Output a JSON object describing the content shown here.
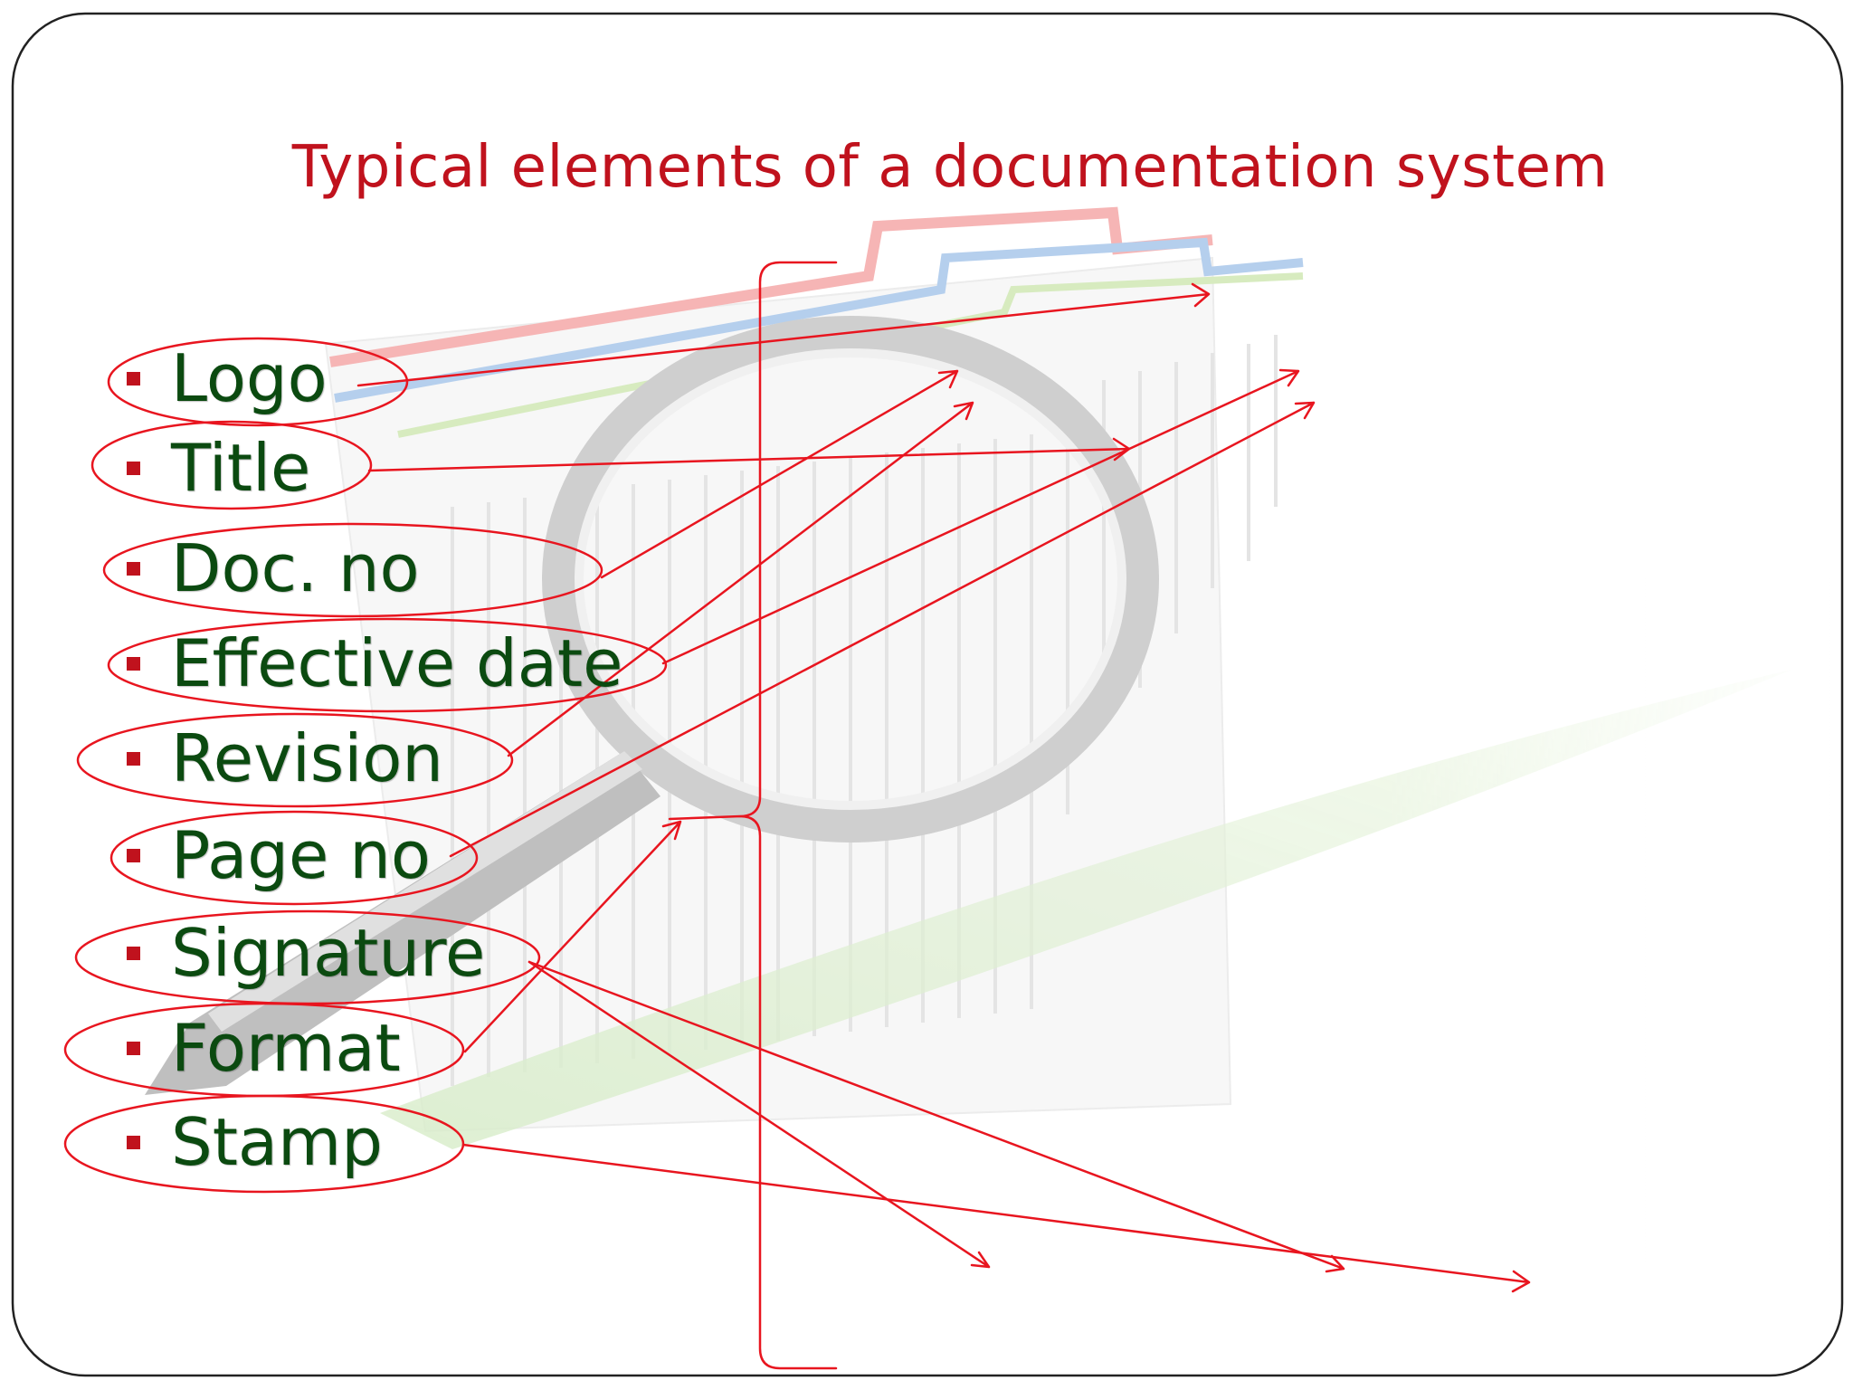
{
  "slide": {
    "title": "Typical elements of a documentation system"
  },
  "elements": [
    {
      "label": "Logo"
    },
    {
      "label": "Title"
    },
    {
      "label": "Doc. no"
    },
    {
      "label": "Effective date"
    },
    {
      "label": "Revision"
    },
    {
      "label": "Page no"
    },
    {
      "label": "Signature"
    },
    {
      "label": "Format"
    },
    {
      "label": "Stamp"
    }
  ],
  "colors": {
    "title": "#c0121d",
    "bullet_text": "#0b4a10",
    "bullet_marker": "#c0121d",
    "annotation": "#e8151f"
  },
  "background_image": "document-folder-with-magnifying-glass"
}
